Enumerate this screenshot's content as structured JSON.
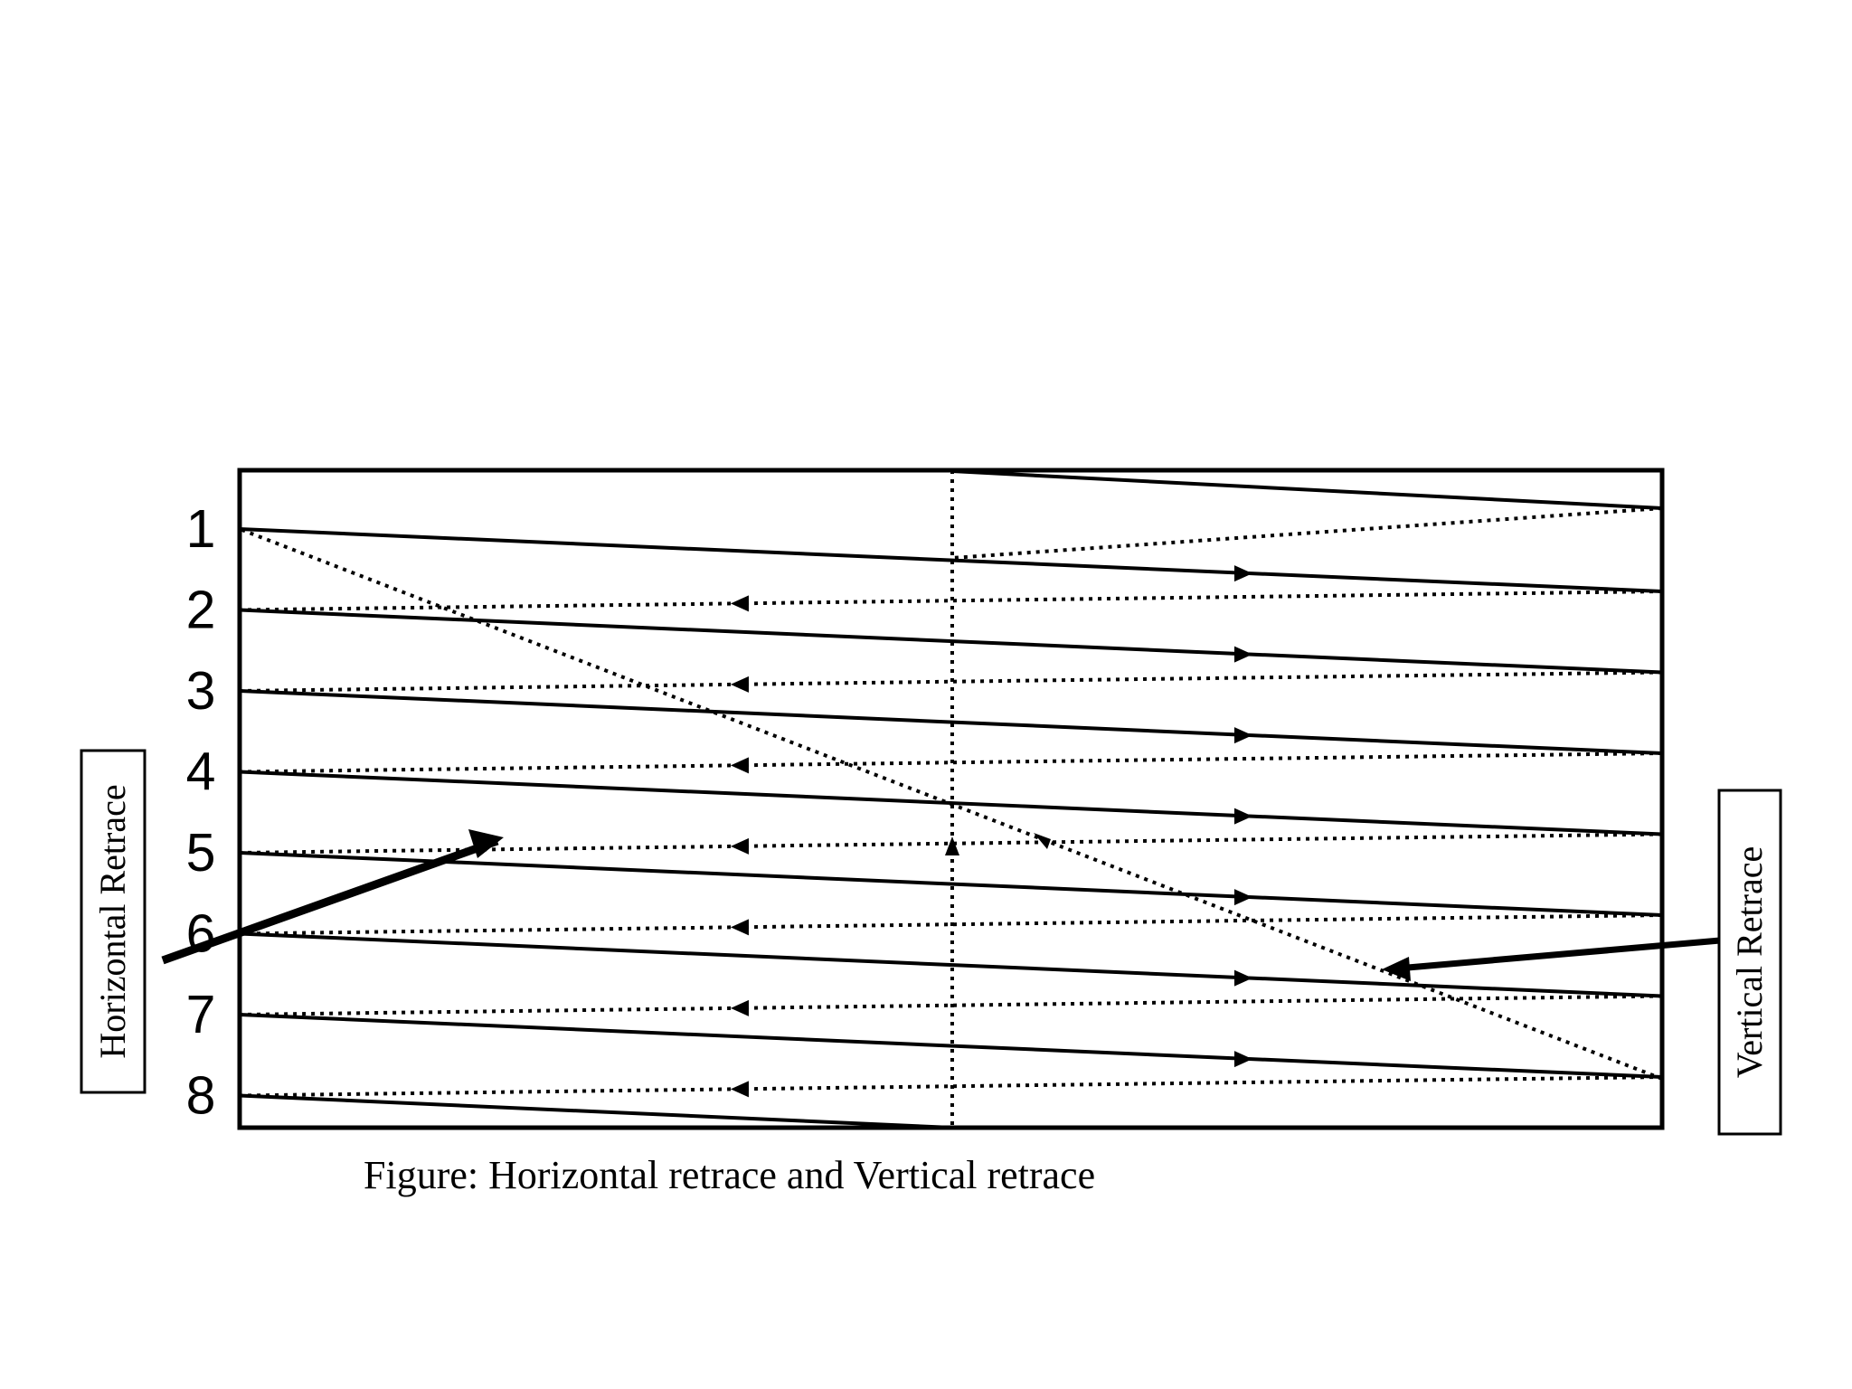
{
  "diagram": {
    "line_labels": [
      "1",
      "2",
      "3",
      "4",
      "5",
      "6",
      "7",
      "8"
    ],
    "horizontal_retrace_label": "Horizontal Retrace",
    "vertical_retrace_label": "Vertical Retrace",
    "caption": "Figure: Horizontal retrace and Vertical retrace"
  }
}
